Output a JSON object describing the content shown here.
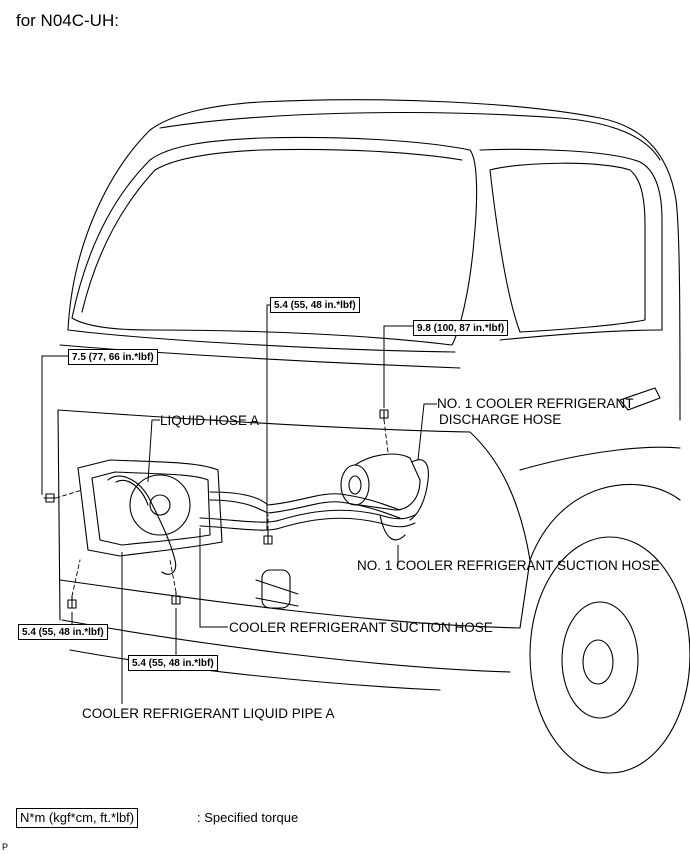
{
  "header": "for N04C-UH:",
  "labels": {
    "liquid_hose_a": "LIQUID HOSE A",
    "discharge_hose_line1": "NO. 1 COOLER REFRIGERANT",
    "discharge_hose_line2": "DISCHARGE HOSE",
    "suction_hose_no1": "NO. 1 COOLER REFRIGERANT SUCTION HOSE",
    "suction_hose": "COOLER REFRIGERANT SUCTION HOSE",
    "liquid_pipe_a": "COOLER REFRIGERANT LIQUID PIPE A"
  },
  "torques": {
    "center_top": "5.4 (55, 48 in.*lbf)",
    "right_top": "9.8 (100, 87 in.*lbf)",
    "left_top": "7.5 (77, 66 in.*lbf)",
    "left_bottom": "5.4 (55, 48 in.*lbf)",
    "center_bottom": "5.4 (55, 48 in.*lbf)"
  },
  "legend": {
    "unit": "N*m (kgf*cm, ft.*lbf)",
    "description": ": Specified torque"
  },
  "footer": "P"
}
